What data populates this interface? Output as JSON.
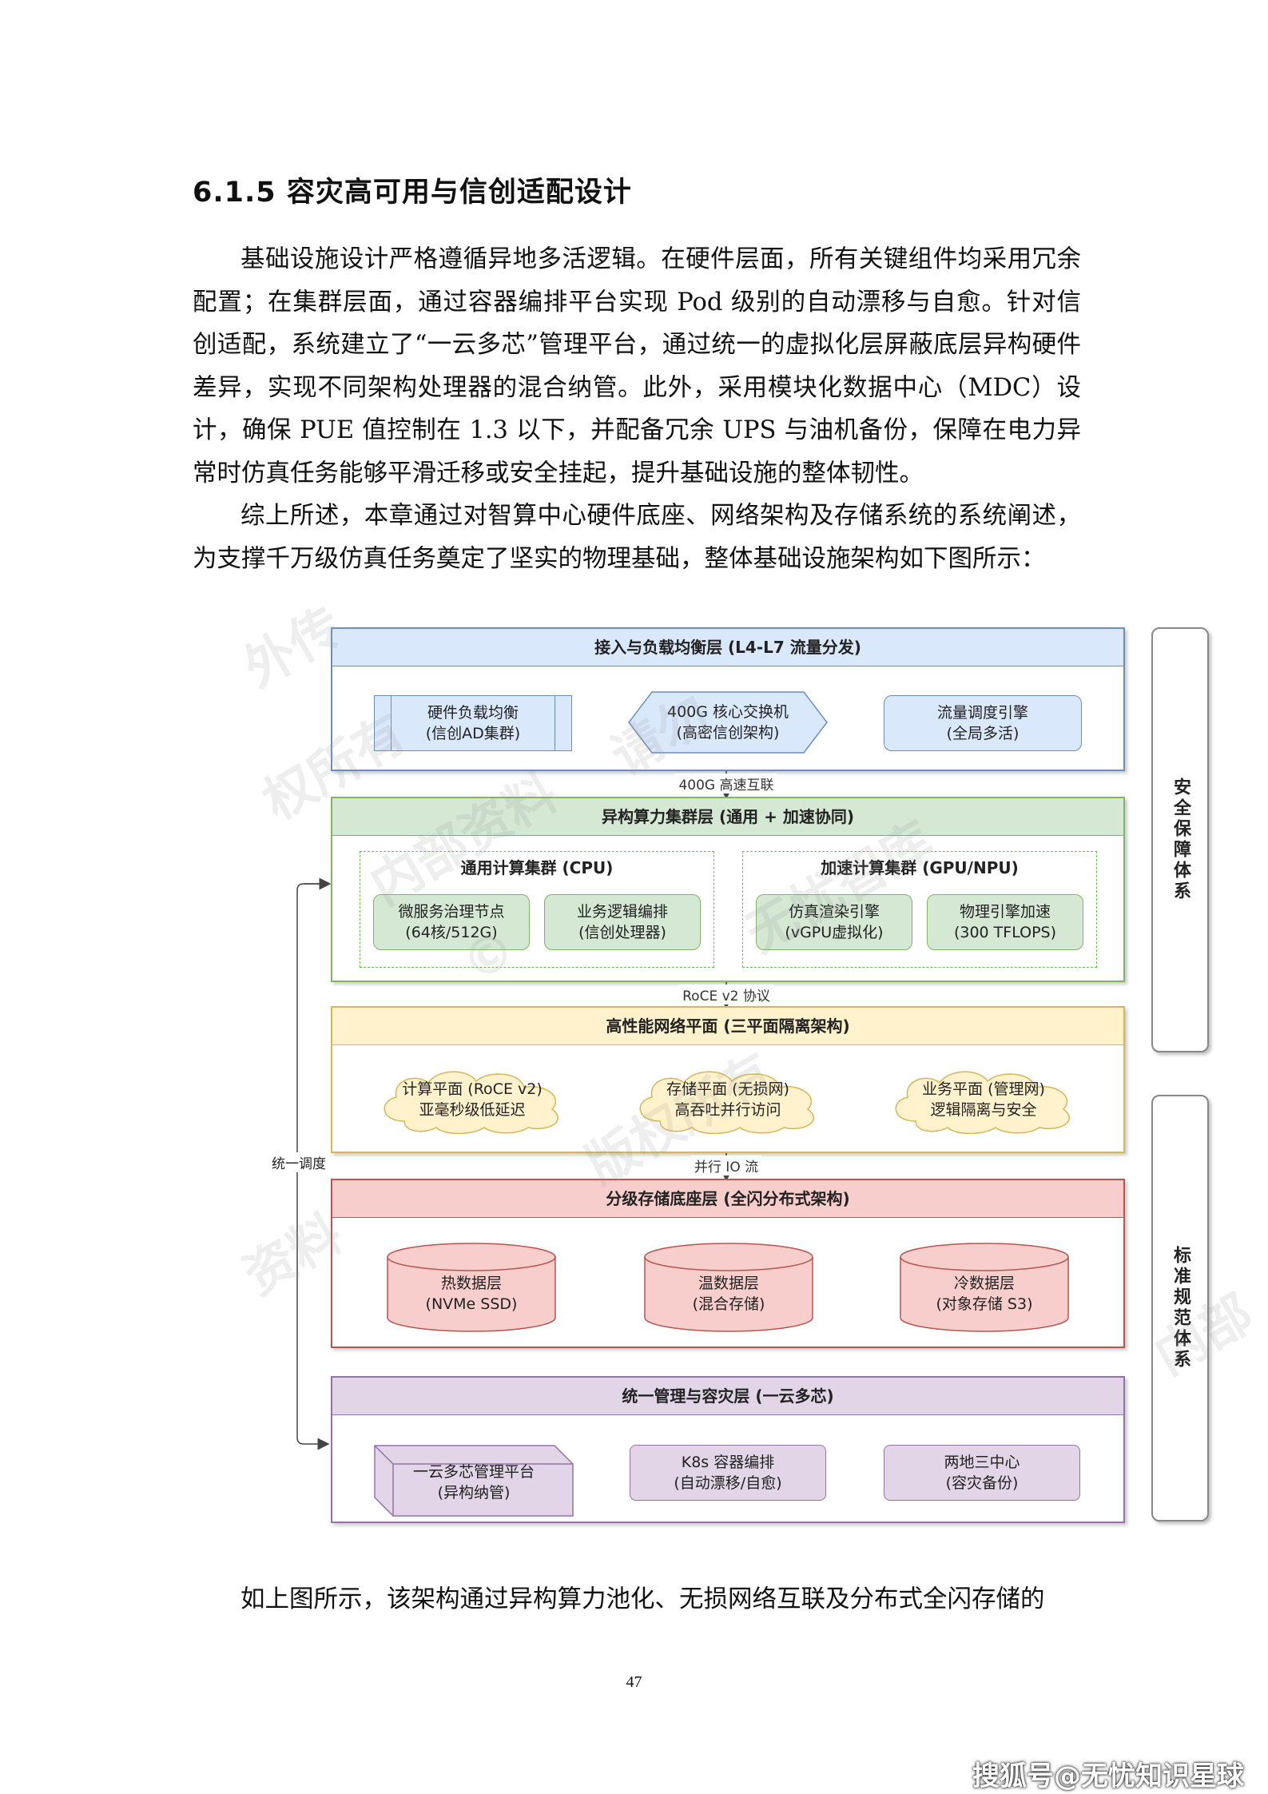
{
  "heading": "6.1.5 容灾高可用与信创适配设计",
  "paragraphs": [
    "基础设施设计严格遵循异地多活逻辑。在硬件层面，所有关键组件均采用冗余配置；在集群层面，通过容器编排平台实现 Pod 级别的自动漂移与自愈。针对信创适配，系统建立了“一云多芯”管理平台，通过统一的虚拟化层屏蔽底层异构硬件差异，实现不同架构处理器的混合纳管。此外，采用模块化数据中心（MDC）设计，确保 PUE 值控制在 1.3 以下，并配备冗余 UPS 与油机备份，保障在电力异常时仿真任务能够平滑迁移或安全挂起，提升基础设施的整体韧性。",
    "综上所述，本章通过对智算中心硬件底座、网络架构及存储系统的系统阐述，为支撑千万级仿真任务奠定了坚实的物理基础，整体基础设施架构如下图所示："
  ],
  "diagram": {
    "layer1": {
      "title": "接入与负载均衡层 (L4-L7 流量分发)",
      "box1": [
        "硬件负载均衡",
        "(信创AD集群)"
      ],
      "box2": [
        "400G 核心交换机",
        "(高密信创架构)"
      ],
      "box3": [
        "流量调度引擎",
        "(全局多活)"
      ]
    },
    "link1": "400G 高速互联",
    "layer2": {
      "title": "异构算力集群层 (通用 + 加速协同)",
      "cpu_title": "通用计算集群 (CPU)",
      "gpu_title": "加速计算集群 (GPU/NPU)",
      "box1": [
        "微服务治理节点",
        "(64核/512G)"
      ],
      "box2": [
        "业务逻辑编排",
        "(信创处理器)"
      ],
      "box3": [
        "仿真渲染引擎",
        "(vGPU虚拟化)"
      ],
      "box4": [
        "物理引擎加速",
        "(300 TFLOPS)"
      ]
    },
    "link2": "RoCE v2 协议",
    "layer3": {
      "title": "高性能网络平面 (三平面隔离架构)",
      "cloud1": [
        "计算平面 (RoCE v2)",
        "亚毫秒级低延迟"
      ],
      "cloud2": [
        "存储平面 (无损网)",
        "高吞吐并行访问"
      ],
      "cloud3": [
        "业务平面 (管理网)",
        "逻辑隔离与安全"
      ]
    },
    "link3": "并行 IO 流",
    "layer4": {
      "title": "分级存储底座层 (全闪分布式架构)",
      "db1": [
        "热数据层",
        "(NVMe SSD)"
      ],
      "db2": [
        "温数据层",
        "(混合存储)"
      ],
      "db3": [
        "冷数据层",
        "(对象存储 S3)"
      ]
    },
    "layer5": {
      "title": "统一管理与容灾层 (一云多芯)",
      "box1": [
        "一云多芯管理平台",
        "(异构纳管)"
      ],
      "box2": [
        "K8s 容器编排",
        "(自动漂移/自愈)"
      ],
      "box3": [
        "两地三中心",
        "(容灾备份)"
      ]
    },
    "side_left": "统一调度",
    "side_panel1": "安全保障体系",
    "side_panel2": "标准规范体系",
    "colors": {
      "blue": "#dae8fc",
      "blue_border": "#6c8ebf",
      "green": "#d5e8d4",
      "green_border": "#82b366",
      "yellow": "#fff2cc",
      "yellow_border": "#d6b656",
      "red": "#f8cecc",
      "red_border": "#b85450",
      "purple": "#e1d5e7",
      "purple_border": "#9673a6"
    },
    "watermark": [
      "外传",
      "权所有",
      "内部资料",
      "请勿",
      "无忧智库",
      "版权所有",
      "©",
      "资料",
      "内部"
    ]
  },
  "after_text": "如上图所示，该架构通过异构算力池化、无损网络互联及分布式全闪存储的",
  "page_number": "47",
  "footer_brand": "搜狐号@无忧知识星球"
}
